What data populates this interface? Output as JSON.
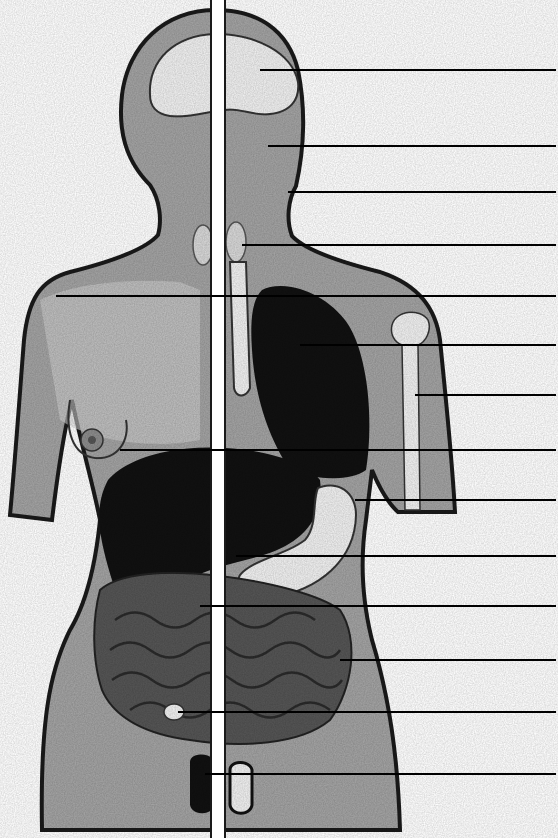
{
  "figure": {
    "colors": {
      "skin": "#a9a9a9",
      "skin_light": "#cfcfcf",
      "outline": "#1a1a1a",
      "organ_dark": "#111111",
      "intestine": "#5a5a5a",
      "brain_light": "#f2f2f2",
      "divider": "#ffffff",
      "line": "#000000"
    },
    "parts": [
      {
        "name": "brain",
        "fill": "brain_light"
      },
      {
        "name": "thyroid",
        "fill": "skin_light"
      },
      {
        "name": "trachea",
        "fill": "brain_light"
      },
      {
        "name": "lung",
        "fill": "organ_dark"
      },
      {
        "name": "humerus",
        "fill": "brain_light"
      },
      {
        "name": "breast",
        "fill": "skin"
      },
      {
        "name": "liver",
        "fill": "organ_dark"
      },
      {
        "name": "stomach",
        "fill": "brain_light"
      },
      {
        "name": "small-intestine",
        "fill": "intestine"
      },
      {
        "name": "large-intestine",
        "fill": "intestine"
      },
      {
        "name": "appendix",
        "fill": "brain_light"
      },
      {
        "name": "testis-pair",
        "fill": "organ_dark"
      }
    ],
    "leader_count": 14
  }
}
